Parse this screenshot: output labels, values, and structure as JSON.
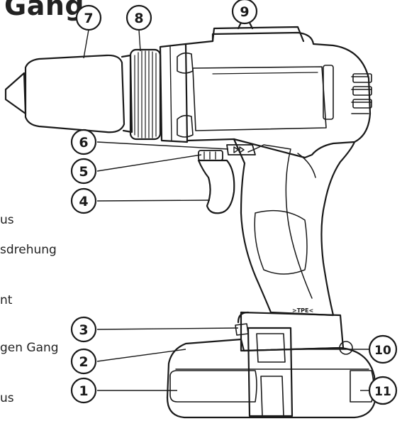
{
  "title_fragment": "Gang",
  "side_text_fragments": [
    "us",
    "sdrehung",
    "nt",
    "gen Gang",
    "us"
  ],
  "callouts": [
    "1",
    "2",
    "3",
    "4",
    "5",
    "6",
    "7",
    "8",
    "9",
    "10",
    "11"
  ],
  "body_labels": {
    "tpe_mark": ">TPE<"
  },
  "colors": {
    "line": "#1a1a1a",
    "background": "#ffffff"
  }
}
